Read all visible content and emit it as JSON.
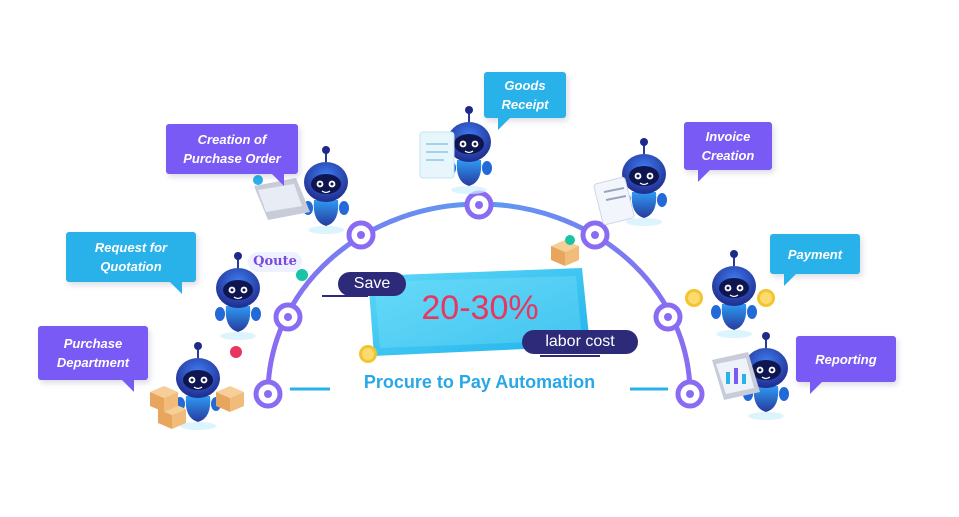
{
  "diagram": {
    "title": "Procure to Pay Automation",
    "savings": {
      "save_label": "Save",
      "value": "20-30%",
      "unit_label": "labor cost"
    },
    "qoute_tag": "Qoute",
    "steps": [
      {
        "id": "purchase-department",
        "label": "Purchase\nDepartment",
        "color": "#7a5af5"
      },
      {
        "id": "request-for-quotation",
        "label": "Request for\nQuotation",
        "color": "#29b1ea"
      },
      {
        "id": "creation-of-purchase-order",
        "label": "Creation of\nPurchase Order",
        "color": "#7a5af5"
      },
      {
        "id": "goods-receipt",
        "label": "Goods\nReceipt",
        "color": "#29b1ea"
      },
      {
        "id": "invoice-creation",
        "label": "Invoice\nCreation",
        "color": "#7a5af5"
      },
      {
        "id": "payment",
        "label": "Payment",
        "color": "#29b1ea"
      },
      {
        "id": "reporting",
        "label": "Reporting",
        "color": "#7a5af5"
      }
    ],
    "colors": {
      "arc_purple": "#7a5af5",
      "arc_blue": "#29b1ea",
      "robot_dark": "#1f2a8c",
      "robot_light": "#2e8ef0",
      "accent_red": "#e8365f",
      "banner_cyan": "#28c6ef",
      "pill_navy": "#2d2a7a",
      "coin_gold": "#f4c430"
    }
  }
}
